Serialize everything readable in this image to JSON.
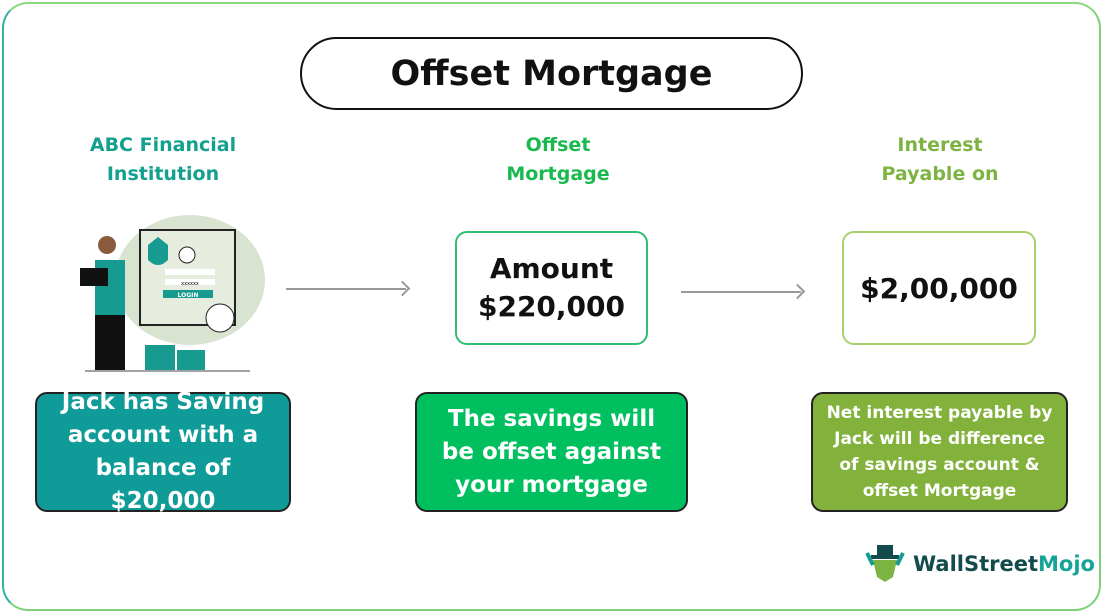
{
  "title": "Offset Mortgage",
  "columns": [
    {
      "heading_line1": "ABC Financial",
      "heading_line2": "Institution",
      "color": "#13a08f",
      "note": "Jack has Saving account with a balance of $20,000",
      "note_color": "#0f9b97"
    },
    {
      "heading_line1": "Offset",
      "heading_line2": "Mortgage",
      "color": "#1ab94f",
      "box_line1": "Amount",
      "box_line2": "$220,000",
      "note": "The savings will be offset against your mortgage",
      "note_color": "#00bf5f"
    },
    {
      "heading_line1": "Interest",
      "heading_line2": "Payable on",
      "color": "#7cb342",
      "box_line1": "$2,00,000",
      "note": "Net interest payable by Jack will be difference of savings account & offset Mortgage",
      "note_color": "#82b23c"
    }
  ],
  "illustration": {
    "login_label": "LOGIN",
    "password_mask": "xxxxxx"
  },
  "logo": {
    "part1": "WallStreet",
    "part2": "Mojo"
  }
}
